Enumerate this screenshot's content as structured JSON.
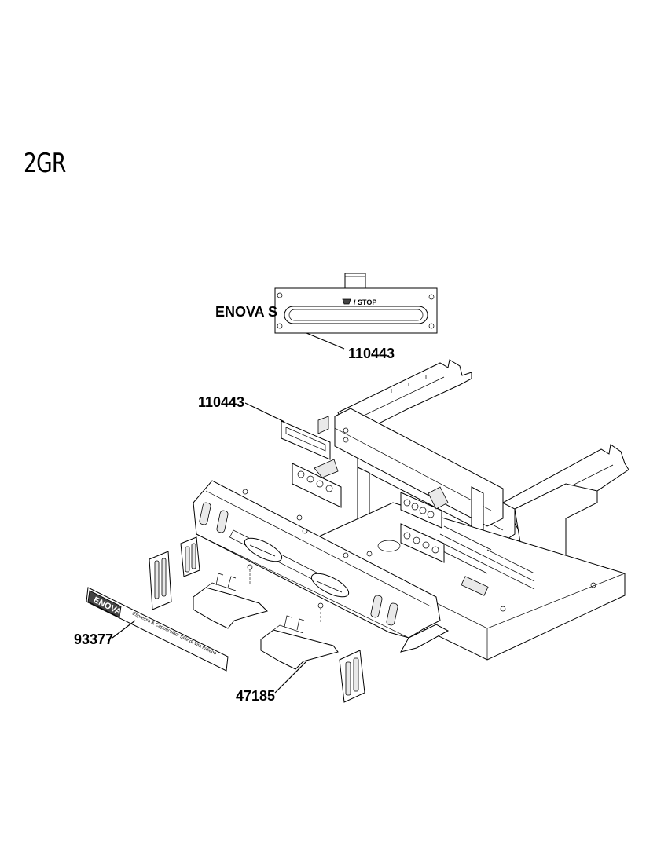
{
  "page": {
    "title": "2GR"
  },
  "inset": {
    "model_label": "ENOVA S",
    "panel_text": "/ STOP"
  },
  "callouts": [
    {
      "id": "110443-top",
      "part_number": "110443"
    },
    {
      "id": "110443-side",
      "part_number": "110443"
    },
    {
      "id": "93377",
      "part_number": "93377"
    },
    {
      "id": "47185",
      "part_number": "47185"
    }
  ],
  "nameplate": {
    "brand": "ENOVA",
    "tagline": "Espresso & Cappuccino: Stile di Vita Italiano"
  }
}
